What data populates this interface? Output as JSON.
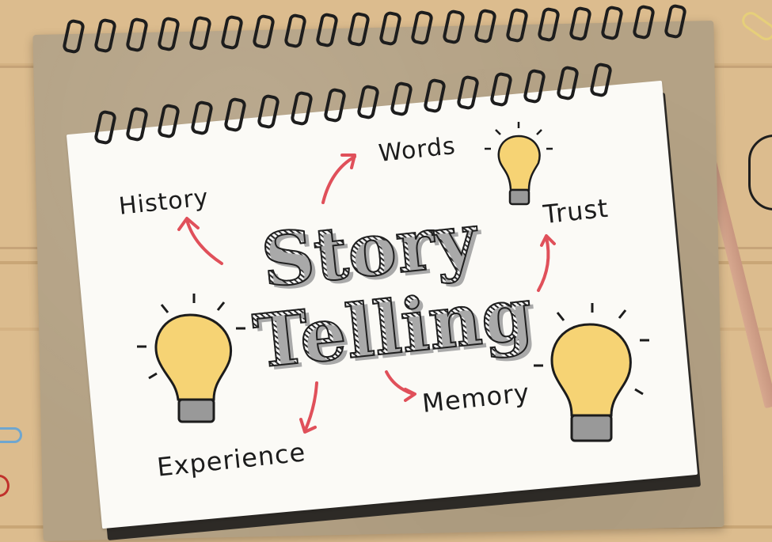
{
  "scene": {
    "description": "Spiral notepad on a wooden desk with hand-drawn storytelling mind map",
    "colors": {
      "desk": "#d9b98a",
      "board": "#b4a285",
      "paper": "#fbfaf6",
      "ink": "#1c1c1c",
      "arrow": "#e0505a",
      "bulb": "#f6d374",
      "pencil": "#d7a88f",
      "clip_gold": "#e6cf7a",
      "clip_blue": "#6fa6cf",
      "clip_red": "#c0312b"
    }
  },
  "notepad": {
    "title_line1": "Story",
    "title_line2": "Telling",
    "words": {
      "history": "History",
      "words": "Words",
      "trust": "Trust",
      "memory": "Memory",
      "experience": "Experience"
    },
    "icons": [
      "lightbulb-icon",
      "lightbulb-icon",
      "lightbulb-icon"
    ]
  }
}
